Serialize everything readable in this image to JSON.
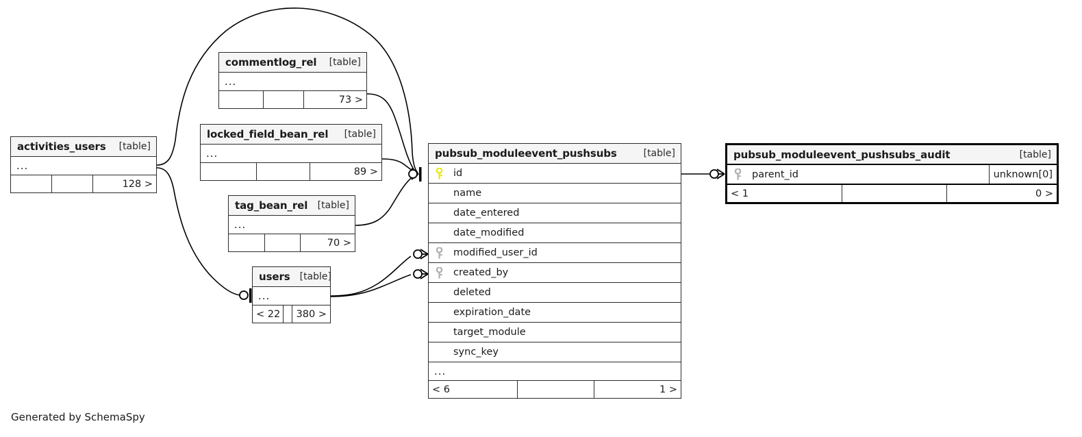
{
  "diagram": {
    "footer_note": "Generated by SchemaSpy",
    "table_tag": "[table]",
    "ellipsis": "...",
    "colors": {
      "primary_key": "#e8e80f",
      "foreign_key": "#b0b0b0",
      "line": "#000000",
      "title_bg": "#f5f5f5",
      "border": "#2b2b2b"
    },
    "tables": [
      {
        "id": "activities_users",
        "name": "activities_users",
        "tag": "[table]",
        "ellipsis": "...",
        "footer": [
          "",
          "",
          "128 >"
        ]
      },
      {
        "id": "commentlog_rel",
        "name": "commentlog_rel",
        "tag": "[table]",
        "ellipsis": "...",
        "footer": [
          "",
          "",
          "73 >"
        ]
      },
      {
        "id": "locked_field_bean_rel",
        "name": "locked_field_bean_rel",
        "tag": "[table]",
        "ellipsis": "...",
        "footer": [
          "",
          "",
          "89 >"
        ]
      },
      {
        "id": "tag_bean_rel",
        "name": "tag_bean_rel",
        "tag": "[table]",
        "ellipsis": "...",
        "footer": [
          "",
          "",
          "70 >"
        ]
      },
      {
        "id": "users",
        "name": "users",
        "tag": "[table]",
        "ellipsis": "...",
        "footer": [
          "< 22",
          "",
          "380 >"
        ]
      },
      {
        "id": "pubsub_moduleevent_pushsubs",
        "name": "pubsub_moduleevent_pushsubs",
        "tag": "[table]",
        "ellipsis": "...",
        "footer": [
          "< 6",
          "",
          "1 >"
        ],
        "columns": [
          {
            "name": "id",
            "key": "primary"
          },
          {
            "name": "name",
            "key": "none"
          },
          {
            "name": "date_entered",
            "key": "none"
          },
          {
            "name": "date_modified",
            "key": "none"
          },
          {
            "name": "modified_user_id",
            "key": "foreign"
          },
          {
            "name": "created_by",
            "key": "foreign"
          },
          {
            "name": "deleted",
            "key": "none"
          },
          {
            "name": "expiration_date",
            "key": "none"
          },
          {
            "name": "target_module",
            "key": "none"
          },
          {
            "name": "sync_key",
            "key": "none"
          }
        ]
      },
      {
        "id": "pubsub_moduleevent_pushsubs_audit",
        "name": "pubsub_moduleevent_pushsubs_audit",
        "tag": "[table]",
        "footer": [
          "< 1",
          "",
          "0 >"
        ],
        "columns": [
          {
            "name": "parent_id",
            "key": "foreign",
            "type": "unknown[0]"
          }
        ]
      }
    ]
  }
}
